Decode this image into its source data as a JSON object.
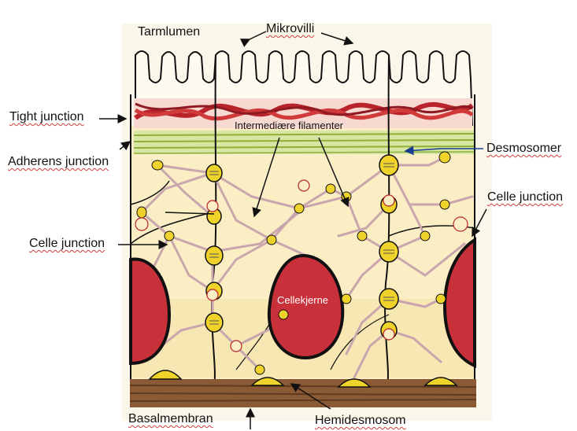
{
  "labels": {
    "tarmlumen": "Tarmlumen",
    "mikrovilli": "Mikrovilli",
    "tight_junction": "Tight junction",
    "adherens_junction": "Adherens junction",
    "intermediaere_filamenter": "Intermediære filamenter",
    "desmosomer": "Desmosomer",
    "celle_junction_right": "Celle junction",
    "celle_junction_left": "Celle junction",
    "cellekjerne": "Cellekjerne",
    "basalmembran": "Basalmembran",
    "hemidesmosom": "Hemidesmosom"
  },
  "colors": {
    "cytoplasm": "#fbeec4",
    "nucleus": "#c8303a",
    "tight_junction_band": "#b8232c",
    "adherens_band": "#b9d36a",
    "desmosome": "#efd22a",
    "basal_membrane": "#8a5a35",
    "filament": "#c9a6ad",
    "arrow_blue": "#1a3d8f"
  }
}
